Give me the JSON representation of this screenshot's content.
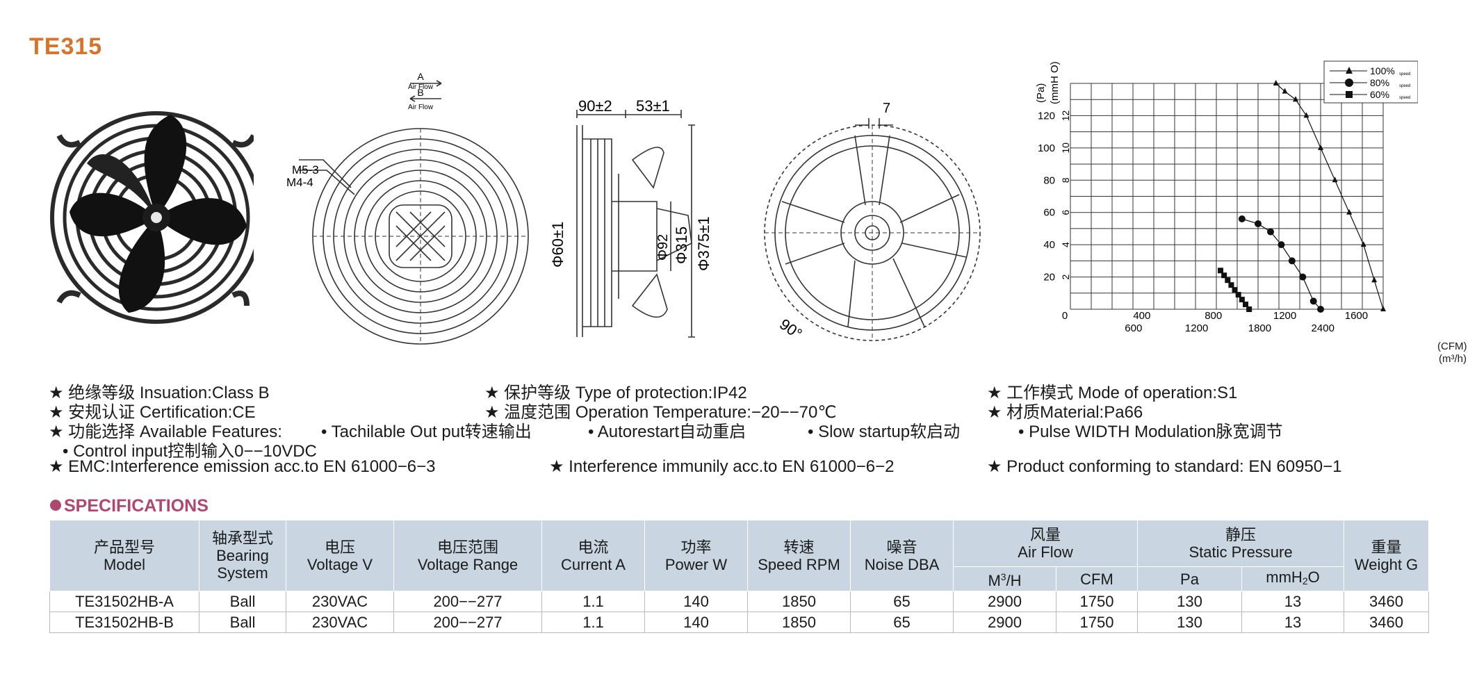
{
  "title": "TE315",
  "drawings": {
    "airflow_a": "A",
    "airflow_b": "B",
    "airflow_label": "Air Flow",
    "screw_1": "M5-3",
    "screw_2": "M4-4",
    "dim_depth": "90±2",
    "dim_offset": "53±1",
    "dim_hub": "Φ60±1",
    "dim_shaft": "Φ92",
    "dim_blade": "Φ315",
    "dim_guard": "Φ375±1",
    "dim_slot": "7",
    "dim_angle": "90°"
  },
  "chart_data": {
    "type": "line",
    "y_label_pa": "(Pa)",
    "y_label_mmh2o": "(mmH O)",
    "x_label_cfm": "(CFM)",
    "x_label_m3h": "(m³/h)",
    "y_ticks_pa": [
      "20",
      "40",
      "60",
      "80",
      "100",
      "120"
    ],
    "y_ticks_mmh2o": [
      "2",
      "4",
      "6",
      "8",
      "10",
      "12"
    ],
    "x_ticks_cfm": [
      "0",
      "400",
      "800",
      "1200",
      "1600"
    ],
    "x_ticks_m3h": [
      "600",
      "1200",
      "1800",
      "2400"
    ],
    "grid": true,
    "legend_position": "top-right",
    "xlim_cfm": [
      0,
      1750
    ],
    "ylim_pa": [
      0,
      140
    ],
    "series": [
      {
        "name": "100%",
        "marker": "triangle",
        "x": [
          1750,
          1700,
          1640,
          1560,
          1480,
          1400,
          1320,
          1260,
          1200,
          1150
        ],
        "y": [
          0,
          18,
          40,
          60,
          80,
          100,
          120,
          130,
          135,
          140
        ]
      },
      {
        "name": "80%",
        "marker": "circle",
        "x": [
          1400,
          1360,
          1300,
          1240,
          1180,
          1120,
          1050,
          960
        ],
        "y": [
          0,
          5,
          20,
          30,
          40,
          48,
          53,
          56
        ]
      },
      {
        "name": "60%",
        "marker": "square",
        "x": [
          1000,
          980,
          960,
          940,
          920,
          900,
          880,
          860,
          840
        ],
        "y": [
          0,
          3,
          6,
          9,
          12,
          15,
          18,
          21,
          24
        ]
      }
    ],
    "legend_suffix": "speed"
  },
  "features": {
    "insulation": "★ 绝缘等级 Insuation:Class B",
    "protection": "★ 保护等级 Type of protection:IP42",
    "mode": "★ 工作模式 Mode of operation:S1",
    "certification": "★ 安规认证 Certification:CE",
    "temperature": "★ 温度范围 Operation Temperature:−20−−70℃",
    "material": "★ 材质Material:Pa66",
    "available_label": "★ 功能选择 Available Features:",
    "tachilable": "• Tachilable Out put转速输出",
    "autorestart": "• Autorestart自动重启",
    "slow_startup": "• Slow startup软启动",
    "pwm": "• Pulse WIDTH Modulation脉宽调节",
    "control_input": "• Control input控制输入0−−10VDC",
    "emc": "★ EMC:Interference emission acc.to EN 61000−6−3",
    "immunity": "★ Interference immunily acc.to EN 61000−6−2",
    "standard": "★ Product conforming to standard: EN 60950−1"
  },
  "specifications": {
    "heading": "SPECIFICATIONS",
    "headers": {
      "model_cn": "产品型号",
      "model_en": "Model",
      "bearing_cn": "轴承型式",
      "bearing_en": "Bearing System",
      "voltage_cn": "电压",
      "voltage_en": "Voltage V",
      "range_cn": "电压范围",
      "range_en": "Voltage Range",
      "current_cn": "电流",
      "current_en": "Current A",
      "power_cn": "功率",
      "power_en": "Power W",
      "speed_cn": "转速",
      "speed_en": "Speed RPM",
      "noise_cn": "噪音",
      "noise_en": "Noise DBA",
      "airflow_cn": "风量",
      "airflow_en": "Air Flow",
      "pressure_cn": "静压",
      "pressure_en": "Static Pressure",
      "weight_cn": "重量",
      "weight_en": "Weight G",
      "m3h": "M",
      "m3h_sup": "3",
      "m3h_tail": "/H",
      "cfm": "CFM",
      "pa": "Pa",
      "mmh2o": "mmH",
      "mmh2o_sub": "2",
      "mmh2o_tail": "O"
    },
    "rows": [
      {
        "model": "TE31502HB-A",
        "bearing": "Ball",
        "voltage": "230VAC",
        "range": "200−−277",
        "current": "1.1",
        "power": "140",
        "speed": "1850",
        "noise": "65",
        "m3h": "2900",
        "cfm": "1750",
        "pa": "130",
        "mmh2o": "13",
        "weight": "3460"
      },
      {
        "model": "TE31502HB-B",
        "bearing": "Ball",
        "voltage": "230VAC",
        "range": "200−−277",
        "current": "1.1",
        "power": "140",
        "speed": "1850",
        "noise": "65",
        "m3h": "2900",
        "cfm": "1750",
        "pa": "130",
        "mmh2o": "13",
        "weight": "3460"
      }
    ]
  }
}
